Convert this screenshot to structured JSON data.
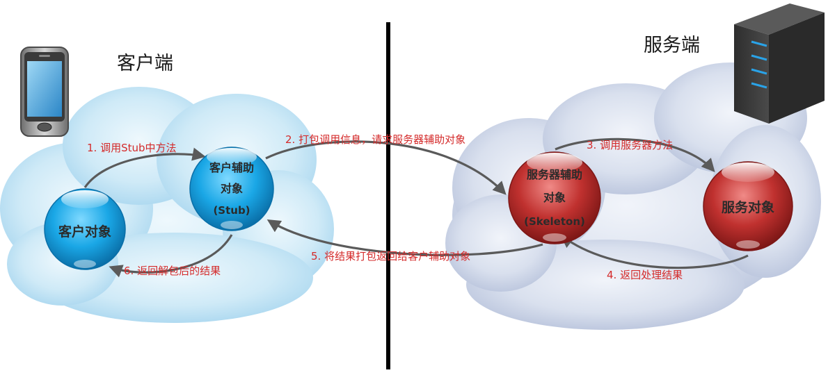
{
  "client": {
    "title": "客户端",
    "client_object": "客户对象",
    "stub": {
      "line1": "客户辅助",
      "line2": "对象",
      "line3": "(Stub)"
    }
  },
  "server": {
    "title": "服务端",
    "skeleton": {
      "line1": "服务器辅助",
      "line2": "对象",
      "line3": "(Skeleton)"
    },
    "service_object": "服务对象"
  },
  "steps": [
    {
      "label": "1. 调用Stub中方法"
    },
    {
      "label": "2. 打包调用信息，请求服务器辅助对象"
    },
    {
      "label": "3. 调用服务器方法"
    },
    {
      "label": "4. 返回处理结果"
    },
    {
      "label": "5. 将结果打包返回给客户辅助对象"
    },
    {
      "label": "6. 返回解包后的结果"
    }
  ],
  "icons": {
    "client_device": "mobile-phone-icon",
    "server_device": "server-tower-icon"
  },
  "colors": {
    "client_node": "#1aa7e6",
    "server_node": "#c0312f",
    "step_text": "#d42a2a",
    "arrow": "#5a5a5a",
    "divider": "#000000"
  }
}
